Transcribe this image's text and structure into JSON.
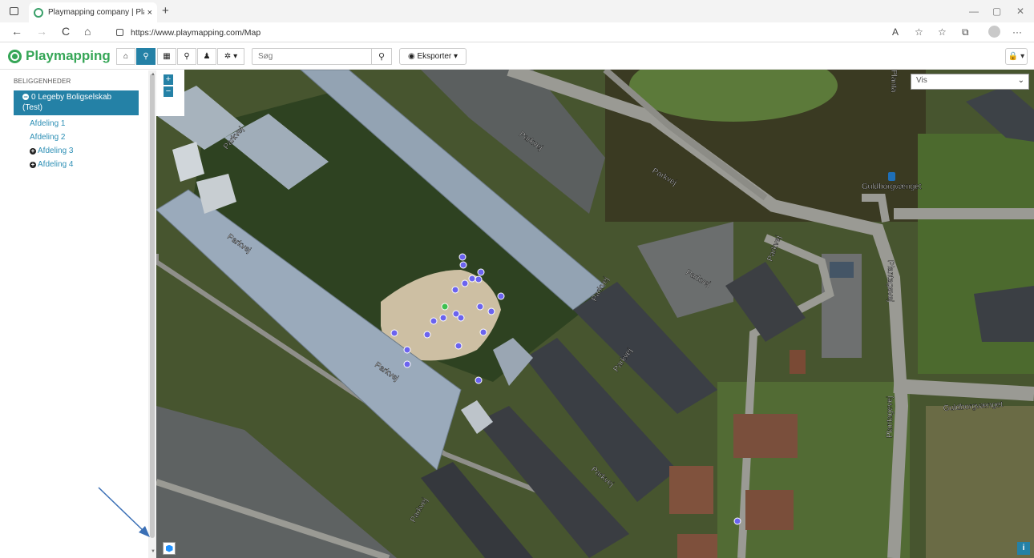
{
  "browser": {
    "tab_title": "Playmapping company | Playgro",
    "tab_close": "×",
    "new_tab": "+",
    "url": "https://www.playmapping.com/Map",
    "back": "←",
    "forward": "→",
    "reload": "C",
    "home": "⌂",
    "read_aloud": "A",
    "favorites_add": "☆",
    "favorites": "☆",
    "collections": "⧉",
    "more": "···",
    "minimize": "—",
    "restore": "▢",
    "close": "✕"
  },
  "app": {
    "brand": "Playmapping",
    "accent_color": "#2481a6",
    "brand_color": "#36a657",
    "toolbar": {
      "home": "⌂",
      "map_marker": "⚲",
      "grid": "▦",
      "zoom": "⚲",
      "user": "♟",
      "settings": "✲ ▾",
      "search_placeholder": "Søg",
      "search_button": "⚲",
      "export_label": "◉ Eksporter ▾",
      "lock": "🔒 ▾"
    }
  },
  "sidebar": {
    "heading": "BELIGGENHEDER",
    "selected": {
      "label": "0 Legeby Boligselskab",
      "sublabel": "(Test)"
    },
    "items": [
      {
        "label": "Afdeling 1",
        "expandable": false
      },
      {
        "label": "Afdeling 2",
        "expandable": false
      },
      {
        "label": "Afdeling 3",
        "expandable": true
      },
      {
        "label": "Afdeling 4",
        "expandable": true
      }
    ]
  },
  "map": {
    "zoom_in": "+",
    "zoom_out": "−",
    "vis_select": "Vis",
    "info": "i",
    "street_labels": [
      {
        "text": "Parkvej"
      },
      {
        "text": "Parkvej"
      },
      {
        "text": "Parkvej"
      },
      {
        "text": "Parkvej"
      },
      {
        "text": "Parkvej"
      },
      {
        "text": "Parkvej"
      },
      {
        "text": "Parkvej"
      },
      {
        "text": "Parkvej"
      },
      {
        "text": "Parkvej"
      },
      {
        "text": "Parkvej"
      },
      {
        "text": "Parkvej"
      },
      {
        "text": "Guldborgvænget"
      },
      {
        "text": "Guldborgvænget"
      },
      {
        "text": "Plantagevej"
      },
      {
        "text": "Plantagevej"
      },
      {
        "text": "Planta"
      }
    ]
  }
}
